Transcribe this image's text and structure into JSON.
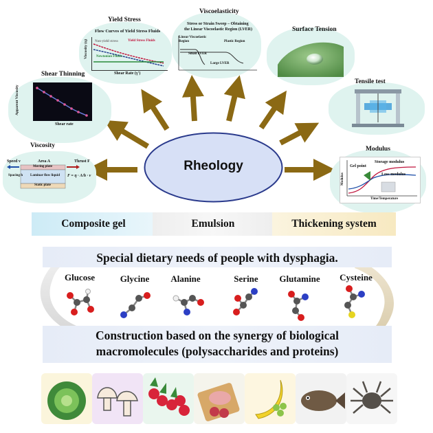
{
  "center_label": "Rheology",
  "cards": {
    "viscosity": {
      "title": "Viscosity",
      "speed": "Speed v",
      "area": "Area A",
      "thrust": "Thrust F",
      "moving_plate": "Moving plate",
      "spacing": "Spacing h",
      "laminar": "Laminar flow liquid",
      "static_plate": "Static plate",
      "formula": "F = η · A/h · v"
    },
    "shear_thinning": {
      "title": "Shear Thinning",
      "ylabel": "Apparent Viscosity",
      "xlabel": "Shear rate"
    },
    "yield_stress": {
      "title": "Yield Stress",
      "subtitle": "Flow Curves of Yield Stress Fluids",
      "ylabel": "Viscosity (η)",
      "xlabel": "Shear Rate (γ')",
      "series_yield": "Yield Stress Fluids",
      "series_non_yield": "Non-yield stress",
      "series_newtonian": "Newtonian Fluids"
    },
    "viscoelasticity": {
      "title": "Viscoelasticity",
      "subtitle_line1": "Stress or Strain Sweep – Obtaining",
      "subtitle_line2": "the Linear Viscoelastic Region (LVER)",
      "linear_region_line1": "Linear Viscoelastic",
      "linear_region_line2": "Region",
      "plastic_region": "Plastic Region",
      "small_lver": "Small LVER",
      "large_lver": "Large LVER"
    },
    "surface_tension": {
      "title": "Surface Tension"
    },
    "tensile_test": {
      "title": "Tensile test"
    },
    "modulus": {
      "title": "Modulus",
      "gel_point": "Gel point",
      "storage": "Storage modulus",
      "loss": "Loss modulus",
      "ylabel": "Modulus",
      "xlabel": "Time/Temperature"
    }
  },
  "categories": [
    "Composite gel",
    "Emulsion",
    "Thickening system"
  ],
  "dysphagia_text": "Special dietary needs of people with dysphagia.",
  "molecules": [
    "Glucose",
    "Glycine",
    "Alanine",
    "Serine",
    "Glutamine",
    "Cysteine"
  ],
  "construction_line1": "Construction based on the synergy of biological",
  "construction_line2": "macromolecules (polysaccharides and proteins)",
  "foods": [
    "cabbage",
    "mushroom",
    "radish",
    "ham",
    "banana-peas",
    "fish",
    "crab"
  ],
  "colors": {
    "arrow": "#8b6914",
    "card_bg": "#dff3ef",
    "ellipse_fill": "#d7e0f6",
    "ellipse_stroke": "#2a3a8c",
    "yield_red": "#c0143c",
    "gel_point": "#3a8a3a"
  }
}
